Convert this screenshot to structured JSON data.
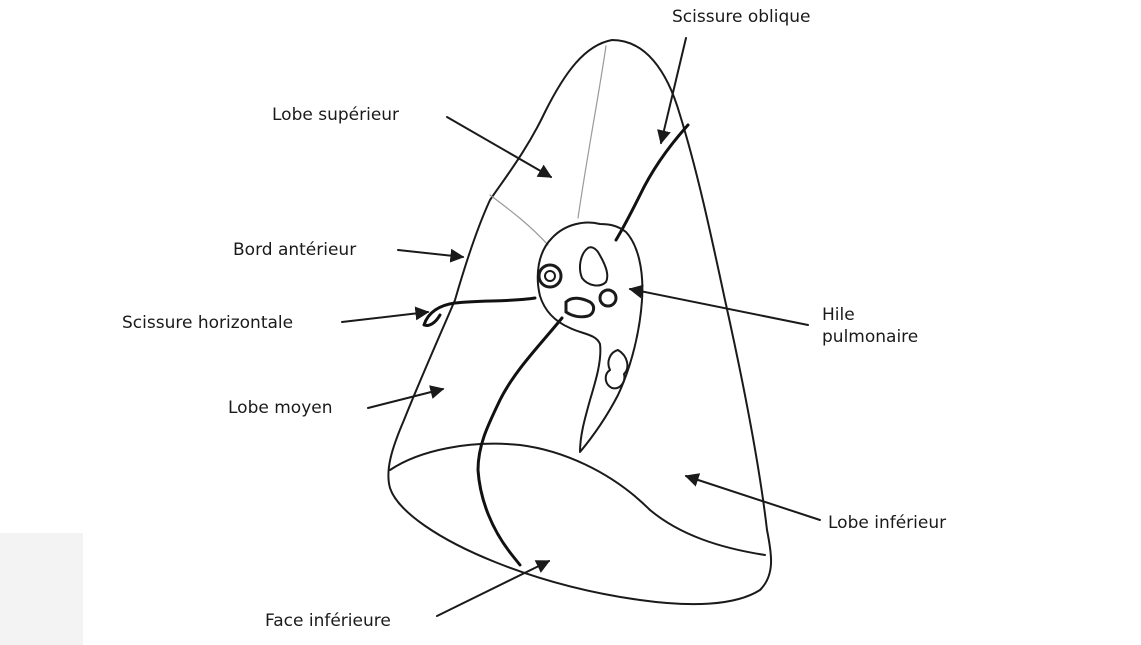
{
  "labels": {
    "scissure_oblique": "Scissure oblique",
    "lobe_superieur": "Lobe supérieur",
    "bord_anterieur": "Bord antérieur",
    "scissure_horizontale": "Scissure horizontale",
    "lobe_moyen": "Lobe moyen",
    "face_inferieure": "Face inférieure",
    "hile_line1": "Hile",
    "hile_line2": "pulmonaire",
    "lobe_inferieur": "Lobe inférieur"
  },
  "colors": {
    "ink": "#1a1a1a",
    "background": "#ffffff",
    "faint_line": "#9a9a9a"
  }
}
